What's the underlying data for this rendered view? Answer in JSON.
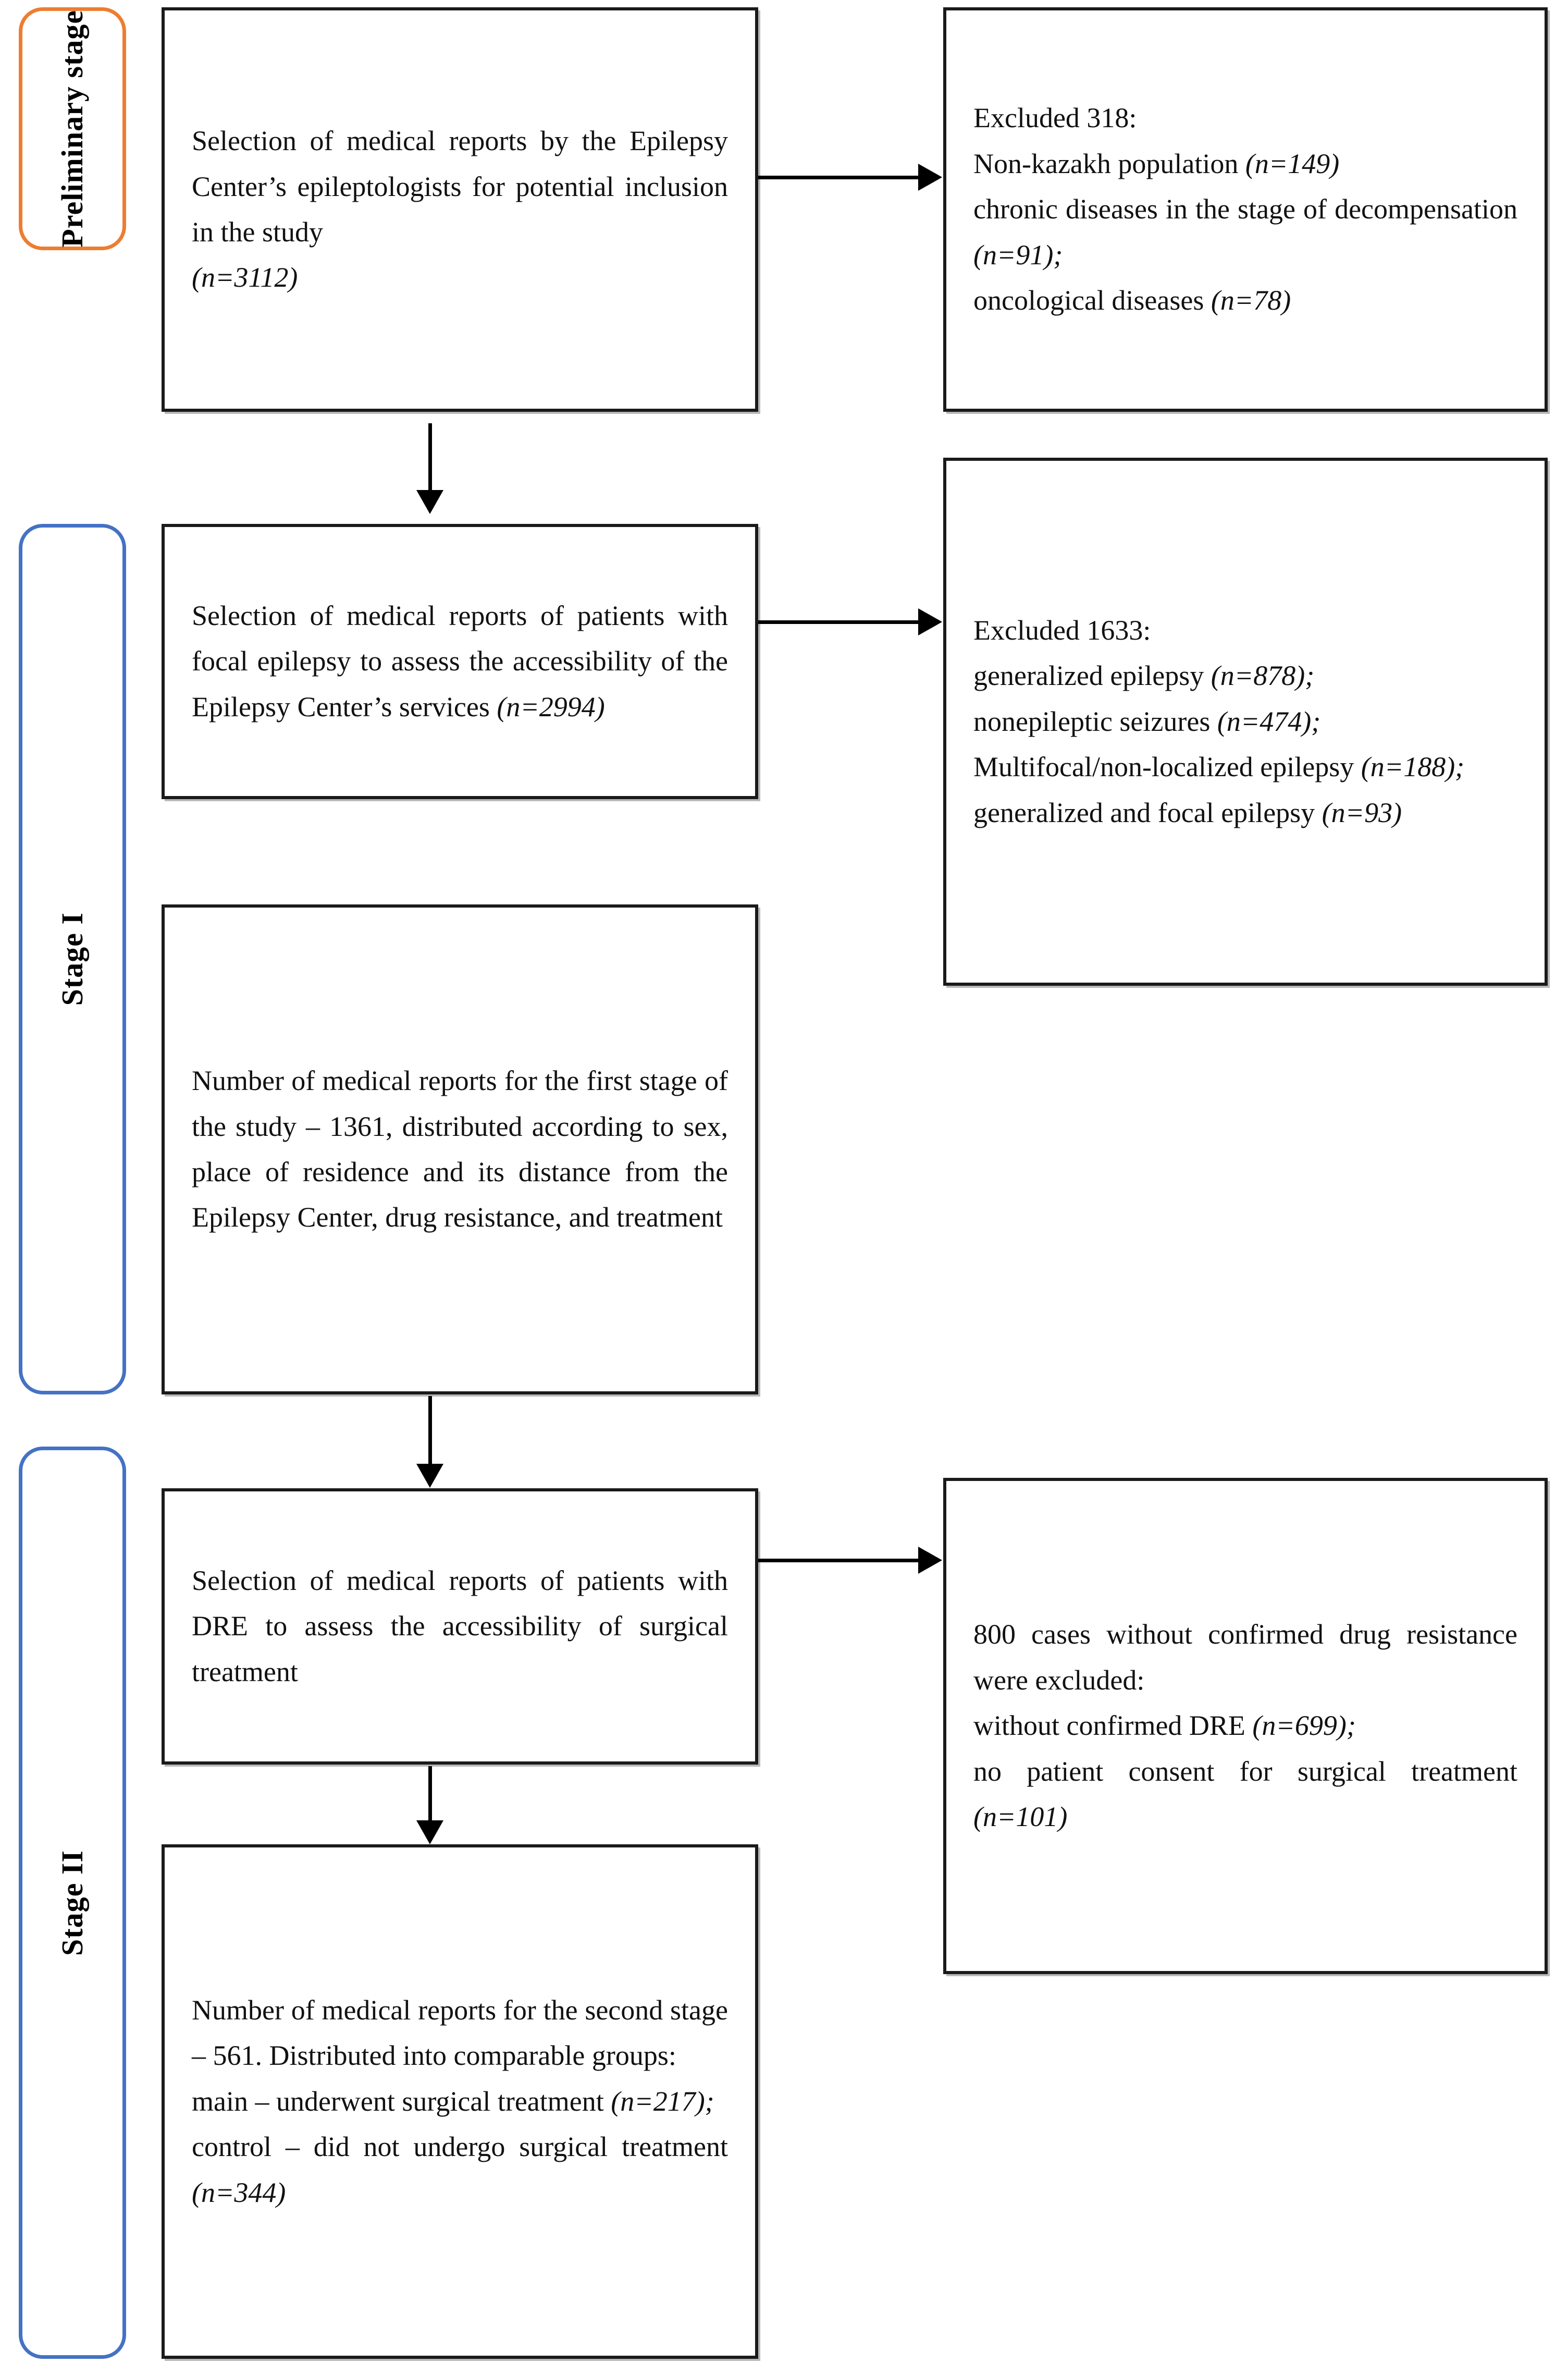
{
  "diagram": {
    "type": "study-flow-diagram",
    "accent_colors": {
      "preliminary_stage_border": "#ED7D31",
      "stage_border": "#4472C4",
      "box_border": "#1A1A1A",
      "connector": "#000000",
      "background": "#FFFFFF"
    }
  },
  "stages": [
    {
      "id": "preliminary",
      "label": "Preliminary stage"
    },
    {
      "id": "stage-1",
      "label": "Stage I"
    },
    {
      "id": "stage-2",
      "label": "Stage II"
    }
  ],
  "boxes": {
    "preliminary_selection": {
      "lines": [
        "Selection of medical reports by the Epilepsy Center’s epileptologists for potential inclusion in the study",
        "(n=3112)"
      ],
      "italic_lines": [
        false,
        true
      ]
    },
    "preliminary_excluded": {
      "lines": [
        "Excluded 318:",
        "Non-kazakh population (n=149)",
        "chronic diseases in the stage of decompensation (n=91);",
        "oncological diseases (n=78)"
      ]
    },
    "stage1_selection": {
      "lines": [
        "Selection of medical reports of patients with focal epilepsy to assess the accessibility of the Epilepsy Center’s services (n=2994)"
      ]
    },
    "stage1_excluded": {
      "lines": [
        "Excluded 1633:",
        "generalized epilepsy (n=878);",
        "nonepileptic seizures (n=474);",
        "Multifocal/non-localized epilepsy (n=188);",
        "generalized and focal epilepsy (n=93)"
      ]
    },
    "stage1_result": {
      "lines": [
        "Number of medical reports for the first stage of the study – 1361, distributed according to sex, place of residence and its distance from the Epilepsy Center, drug resistance, and treatment"
      ]
    },
    "stage2_selection": {
      "lines": [
        "Selection of medical reports of patients with DRE to assess the accessibility of surgical treatment"
      ]
    },
    "stage2_excluded": {
      "lines": [
        "800 cases without confirmed drug resistance were excluded:",
        "without confirmed DRE (n=699);",
        "no patient consent for surgical treatment (n=101)"
      ]
    },
    "stage2_result": {
      "lines": [
        "Number of medical reports for the second stage – 561. Distributed into comparable groups:",
        "main – underwent surgical treatment (n=217);",
        "control – did not undergo surgical treatment (n=344)"
      ]
    }
  },
  "counts": {
    "initial_reports": 3112,
    "preliminary_excluded_total": 318,
    "non_kazakh_population": 149,
    "chronic_diseases_decompensation": 91,
    "oncological_diseases": 78,
    "focal_epilepsy_reports": 2994,
    "stage1_excluded_total": 1633,
    "generalized_epilepsy": 878,
    "nonepileptic_seizures": 474,
    "multifocal_non_localized_epilepsy": 188,
    "generalized_and_focal_epilepsy": 93,
    "stage1_final": 1361,
    "stage2_excluded_total": 800,
    "without_confirmed_dre": 699,
    "no_patient_consent": 101,
    "stage2_final": 561,
    "main_group": 217,
    "control_group": 344
  },
  "connectors": [
    {
      "id": "prelim-to-excluded",
      "direction": "right"
    },
    {
      "id": "prelim-to-stage1",
      "direction": "down"
    },
    {
      "id": "stage1-to-excluded",
      "direction": "right"
    },
    {
      "id": "stage1-result-to-stage2",
      "direction": "down"
    },
    {
      "id": "stage2-to-excluded",
      "direction": "right"
    },
    {
      "id": "stage2-to-result",
      "direction": "down"
    }
  ]
}
